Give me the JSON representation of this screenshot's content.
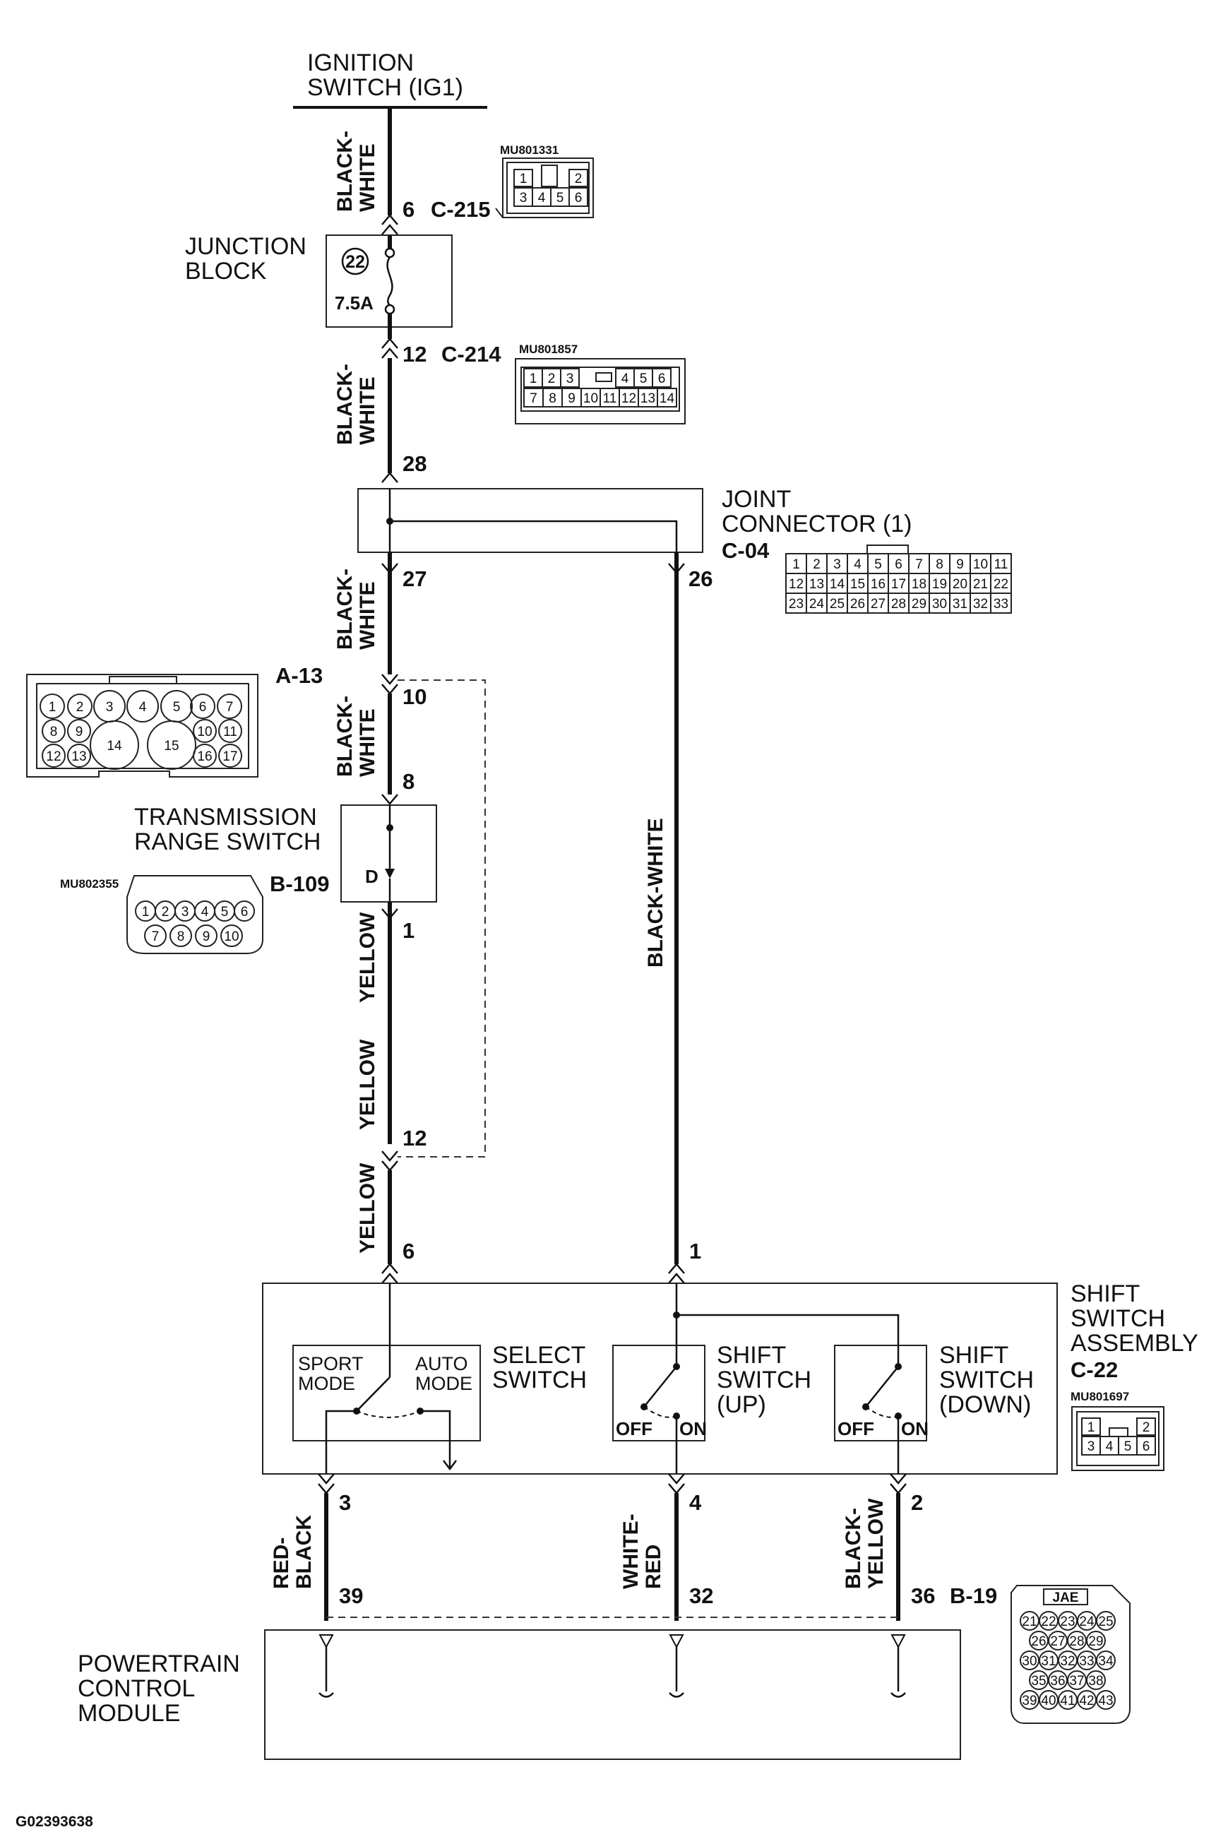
{
  "source": {
    "line1": "IGNITION",
    "line2": "SWITCH (IG1)"
  },
  "junction_block": {
    "line1": "JUNCTION",
    "line2": "BLOCK",
    "fuse_number": "22",
    "fuse_rating": "7.5A"
  },
  "joint_connector": {
    "line1": "JOINT",
    "line2": "CONNECTOR (1)",
    "id": "C-04"
  },
  "trs": {
    "line1": "TRANSMISSION",
    "line2": "RANGE SWITCH",
    "id": "B-109",
    "contact": "D"
  },
  "shift_assembly": {
    "line1": "SHIFT",
    "line2": "SWITCH",
    "line3": "ASSEMBLY",
    "id": "C-22"
  },
  "select_switch": {
    "line1": "SELECT",
    "line2": "SWITCH",
    "sport1": "SPORT",
    "sport2": "MODE",
    "auto1": "AUTO",
    "auto2": "MODE"
  },
  "shift_up": {
    "line1": "SHIFT",
    "line2": "SWITCH",
    "line3": "(UP)",
    "off": "OFF",
    "on": "ON"
  },
  "shift_down": {
    "line1": "SHIFT",
    "line2": "SWITCH",
    "line3": "(DOWN)",
    "off": "OFF",
    "on": "ON"
  },
  "pcm": {
    "line1": "POWERTRAIN",
    "line2": "CONTROL",
    "line3": "MODULE",
    "id": "B-19"
  },
  "connectors": {
    "c215": "C-215",
    "c214": "C-214",
    "a13": "A-13",
    "part_c215": "MU801331",
    "part_c214": "MU801857",
    "part_b109": "MU802355",
    "part_c22": "MU801697",
    "b19_label": "JAE"
  },
  "pins": {
    "c215": "6",
    "c214": "12",
    "j28": "28",
    "j27": "27",
    "j26": "26",
    "a13_10": "10",
    "trs_8": "8",
    "trs_1": "1",
    "a13_12": "12",
    "c22_6": "6",
    "c22_1": "1",
    "c22_3": "3",
    "c22_4": "4",
    "c22_2": "2",
    "pcm_39": "39",
    "pcm_32": "32",
    "pcm_36": "36"
  },
  "wires": {
    "bw1a": "BLACK-",
    "bw1b": "WHITE",
    "bw2a": "BLACK-",
    "bw2b": "WHITE",
    "bw3a": "BLACK-",
    "bw3b": "WHITE",
    "bw4a": "BLACK-",
    "bw4b": "WHITE",
    "y1": "YELLOW",
    "y2": "YELLOW",
    "y3": "YELLOW",
    "bw_long": "BLACK-WHITE",
    "rb_a": "RED-",
    "rb_b": "BLACK",
    "wr_a": "WHITE-",
    "wr_b": "RED",
    "by_a": "BLACK-",
    "by_b": "YELLOW"
  },
  "grids": {
    "c215": [
      [
        "1",
        "",
        "2"
      ],
      [
        "3",
        "4",
        "5",
        "6"
      ]
    ],
    "c214": [
      [
        "1",
        "2",
        "3",
        "",
        "4",
        "5",
        "6"
      ],
      [
        "7",
        "8",
        "9",
        "10",
        "11",
        "12",
        "13",
        "14"
      ]
    ],
    "c04": [
      [
        "1",
        "2",
        "3",
        "4",
        "5",
        "6",
        "7",
        "8",
        "9",
        "10",
        "11"
      ],
      [
        "12",
        "13",
        "14",
        "15",
        "16",
        "17",
        "18",
        "19",
        "20",
        "21",
        "22"
      ],
      [
        "23",
        "24",
        "25",
        "26",
        "27",
        "28",
        "29",
        "30",
        "31",
        "32",
        "33"
      ]
    ],
    "a13_row1": [
      "1",
      "2",
      "3",
      "4",
      "5",
      "6",
      "7"
    ],
    "a13_left": [
      "8",
      "9",
      "12",
      "13"
    ],
    "a13_big": [
      "14",
      "15"
    ],
    "a13_right": [
      "10",
      "11",
      "16",
      "17"
    ],
    "b109": [
      [
        "1",
        "2",
        "3",
        "4",
        "5",
        "6"
      ],
      [
        "7",
        "8",
        "9",
        "10"
      ]
    ],
    "c22": [
      [
        "1",
        "2"
      ],
      [
        "3",
        "4",
        "5",
        "6"
      ]
    ],
    "b19": [
      [
        "21",
        "22",
        "23",
        "24",
        "25"
      ],
      [
        "26",
        "27",
        "28",
        "29"
      ],
      [
        "30",
        "31",
        "32",
        "33",
        "34"
      ],
      [
        "35",
        "36",
        "37",
        "38"
      ],
      [
        "39",
        "40",
        "41",
        "42",
        "43"
      ]
    ]
  },
  "figure_id": "G02393638"
}
